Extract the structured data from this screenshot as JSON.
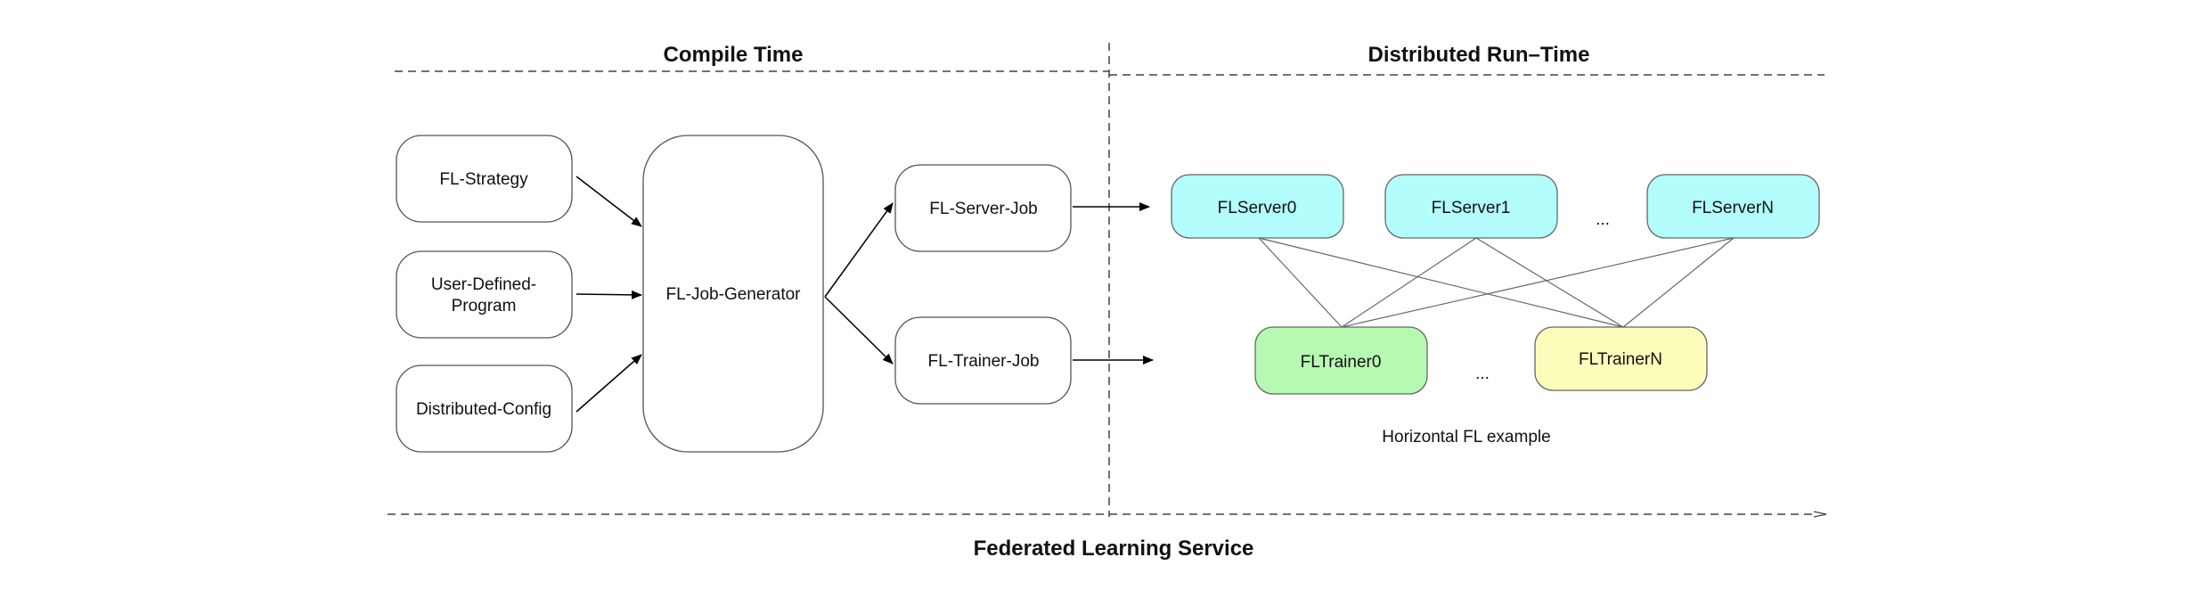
{
  "sections": {
    "compile_time": "Compile Time",
    "runtime": "Distributed Run–Time",
    "service": "Federated Learning Service"
  },
  "inputs": {
    "strategy": "FL-Strategy",
    "program_line1": "User-Defined-",
    "program_line2": "Program",
    "config": "Distributed-Config"
  },
  "generator": "FL-Job-Generator",
  "jobs": {
    "server": "FL-Server-Job",
    "trainer": "FL-Trainer-Job"
  },
  "servers": [
    "FLServer0",
    "FLServer1",
    "FLServerN"
  ],
  "trainers": [
    "FLTrainer0",
    "FLTrainerN"
  ],
  "ellipsis": "...",
  "example_caption": "Horizontal FL example",
  "colors": {
    "server_fill": "#b3fdfd",
    "trainer0_fill": "#b6f9b3",
    "trainerN_fill": "#fdfdbb",
    "stroke": "#555555"
  }
}
